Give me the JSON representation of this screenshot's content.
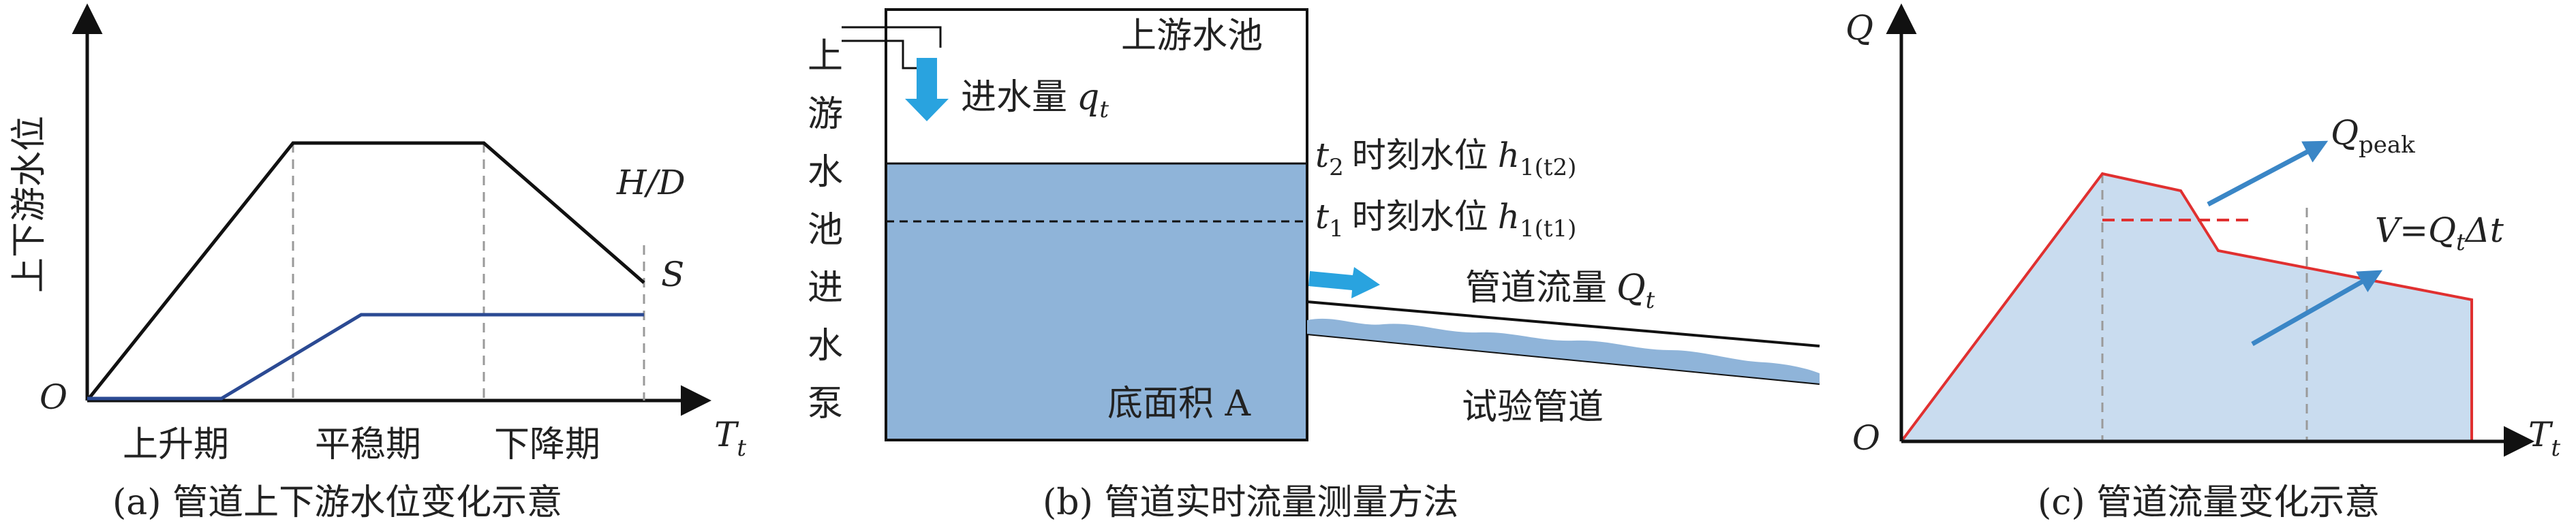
{
  "panel_a": {
    "ylabel": "上下游水位",
    "origin": "O",
    "xaxis_label": "T",
    "xaxis_sub": "t",
    "phase_rise": "上升期",
    "phase_stable": "平稳期",
    "phase_fall": "下降期",
    "label_hd": "H/D",
    "label_s": "S",
    "caption": "(a) 管道上下游水位变化示意",
    "colors": {
      "hd_line": "#111111",
      "s_line": "#2b4a93",
      "dash": "#9a9a9a"
    }
  },
  "panel_b": {
    "pump_label": "上游水池进水泵",
    "tank_label": "上游水池",
    "inflow_label": "进水量",
    "inflow_symbol": "q",
    "inflow_sub": "t",
    "t2_label": "t",
    "t2_sub": "2",
    "t2_text": "时刻水位",
    "t2_h": "h",
    "t2_hsub": "1(t2)",
    "t1_label": "t",
    "t1_sub": "1",
    "t1_text": "时刻水位",
    "t1_h": "h",
    "t1_hsub": "1(t1)",
    "flow_label": "管道流量",
    "flow_symbol": "Q",
    "flow_sub": "t",
    "base_label": "底面积 A",
    "pipe_label": "试验管道",
    "caption": "(b) 管道实时流量测量方法",
    "colors": {
      "water": "#8fb4d9",
      "arrow": "#29a3df",
      "pipe_water": "#8fb4d9"
    }
  },
  "panel_c": {
    "ylabel": "Q",
    "origin": "O",
    "xaxis_label": "T",
    "xaxis_sub": "t",
    "qpeak": "Q",
    "qpeak_sub": "peak",
    "volume_label": "V=Q",
    "volume_sub": "t",
    "volume_tail": "Δt",
    "caption": "(c) 管道流量变化示意",
    "colors": {
      "curve": "#e03030",
      "fill": "#c9dcef",
      "arrow": "#3a86c6",
      "dash": "#9a9a9a"
    }
  }
}
